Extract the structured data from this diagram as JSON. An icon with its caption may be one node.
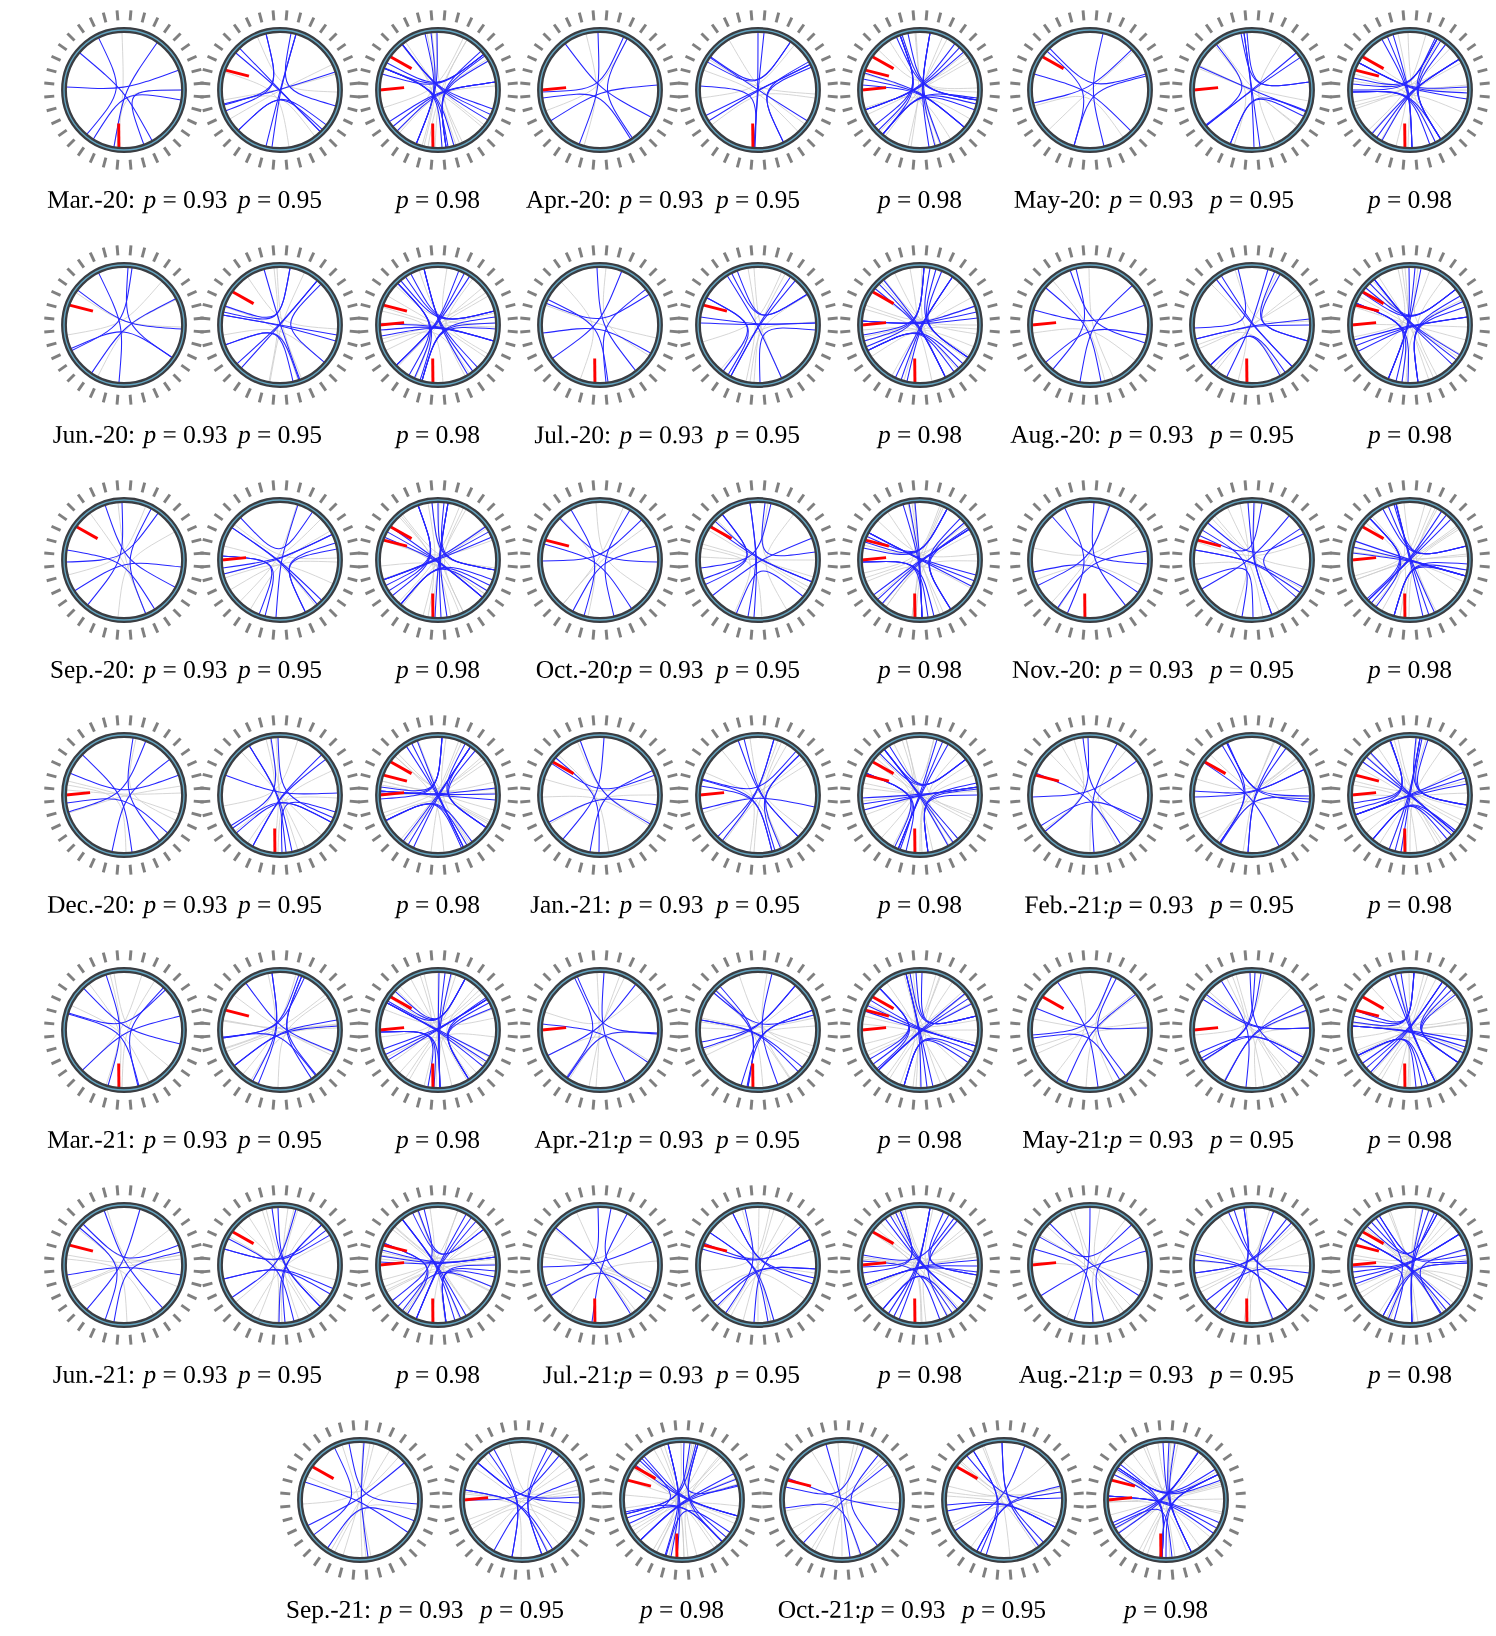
{
  "diagram": {
    "labels": [
      "Mar.-20: *p* = 0.93",
      "*p* = 0.95",
      "*p* = 0.98",
      "Apr.-20: *p* = 0.93",
      "*p* = 0.95",
      "*p* = 0.98",
      "May-20: *p* = 0.93",
      "*p* = 0.95",
      "*p* = 0.98",
      "Jun.-20: *p* = 0.93",
      "*p* = 0.95",
      "*p* = 0.98",
      "Jul.-20: *p* = 0.93",
      "*p* = 0.95",
      "*p* = 0.98",
      "Aug.-20: *p* = 0.93",
      "*p* = 0.95",
      "*p* = 0.98",
      "Sep.-20: *p* = 0.93",
      "*p* = 0.95",
      "*p* = 0.98",
      "Oct.-20:*p* = 0.93",
      "*p* = 0.95",
      "*p* = 0.98",
      "Nov.-20: *p* = 0.93",
      "*p* = 0.95",
      "*p* = 0.98",
      "Dec.-20: *p* = 0.93",
      "*p* = 0.95",
      "*p* = 0.98",
      "Jan.-21: *p* = 0.93",
      "*p* = 0.95",
      "*p* = 0.98",
      "Feb.-21:*p* = 0.93",
      "*p* = 0.95",
      "*p* = 0.98",
      "Mar.-21: *p* = 0.93",
      "*p* = 0.95",
      "*p* = 0.98",
      "Apr.-21:*p* = 0.93",
      "*p* = 0.95",
      "*p* = 0.98",
      "May-21:*p* = 0.93",
      "*p* = 0.95",
      "*p* = 0.98",
      "Jun.-21: *p* = 0.93",
      "*p* = 0.95",
      "*p* = 0.98",
      "Jul.-21:*p* = 0.93",
      "*p* = 0.95",
      "*p* = 0.98",
      "Aug.-21:*p* = 0.93",
      "*p* = 0.95",
      "*p* = 0.98",
      "Sep.-21: *p* = 0.93",
      "*p* = 0.95",
      "*p* = 0.98",
      "Oct.-21:*p* = 0.93",
      "*p* = 0.95",
      "*p* = 0.98"
    ]
  }
}
